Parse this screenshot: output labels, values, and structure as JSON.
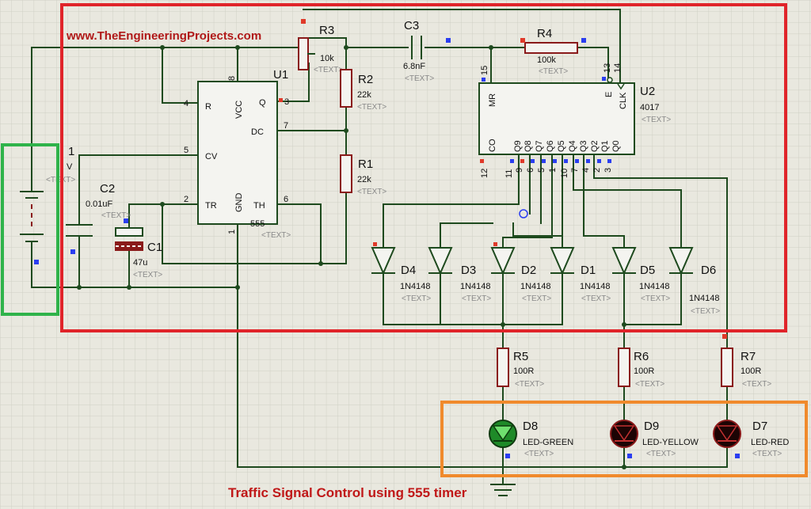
{
  "website": "www.TheEngineeringProjects.com",
  "caption": "Traffic Signal Control using 555 timer",
  "placeholder": "<TEXT>",
  "colors": {
    "red_box": "#e0242a",
    "green_box": "#2fb34a",
    "orange_box": "#f08a2c",
    "wire": "#1e4a1e",
    "grid": "#cfcfc4"
  },
  "u1": {
    "ref": "U1",
    "part": "555",
    "pins": {
      "R": "R",
      "VCC": "VCC",
      "Q": "Q",
      "DC": "DC",
      "CV": "CV",
      "TR": "TR",
      "GND": "GND",
      "TH": "TH"
    },
    "pin_numbers": {
      "p4": "4",
      "p8": "8",
      "p3": "3",
      "p7": "7",
      "p5": "5",
      "p2": "2",
      "p1": "1",
      "p6": "6"
    }
  },
  "u2": {
    "ref": "U2",
    "part": "4017",
    "top_pins": {
      "MR": "MR",
      "E": "E",
      "CLK": "CLK"
    },
    "bottom_pins": [
      "CO",
      "Q9",
      "Q8",
      "Q7",
      "Q6",
      "Q5",
      "Q4",
      "Q3",
      "Q2",
      "Q1",
      "Q0"
    ],
    "top_numbers": {
      "mr": "15",
      "e": "13",
      "clk": "14"
    },
    "bottom_numbers": [
      "12",
      "11",
      "9",
      "6",
      "5",
      "1",
      "10",
      "7",
      "4",
      "2",
      "3"
    ]
  },
  "resistors": {
    "r3": {
      "ref": "R3",
      "value": "10k"
    },
    "r2": {
      "ref": "R2",
      "value": "22k"
    },
    "r1": {
      "ref": "R1",
      "value": "22k"
    },
    "r4": {
      "ref": "R4",
      "value": "100k"
    },
    "r5": {
      "ref": "R5",
      "value": "100R"
    },
    "r6": {
      "ref": "R6",
      "value": "100R"
    },
    "r7": {
      "ref": "R7",
      "value": "100R"
    }
  },
  "capacitors": {
    "c3": {
      "ref": "C3",
      "value": "6.8nF"
    },
    "c2": {
      "ref": "C2",
      "value": "0.01uF"
    },
    "c1": {
      "ref": "C1",
      "value": "47u"
    }
  },
  "battery": {
    "ref": "1",
    "value": "V"
  },
  "diodes": [
    {
      "ref": "D4",
      "part": "1N4148"
    },
    {
      "ref": "D3",
      "part": "1N4148"
    },
    {
      "ref": "D2",
      "part": "1N4148"
    },
    {
      "ref": "D1",
      "part": "1N4148"
    },
    {
      "ref": "D5",
      "part": "1N4148"
    },
    {
      "ref": "D6",
      "part": "1N4148"
    }
  ],
  "leds": [
    {
      "ref": "D8",
      "part": "LED-GREEN",
      "lit": true
    },
    {
      "ref": "D9",
      "part": "LED-YELLOW",
      "lit": false
    },
    {
      "ref": "D7",
      "part": "LED-RED",
      "lit": false
    }
  ]
}
